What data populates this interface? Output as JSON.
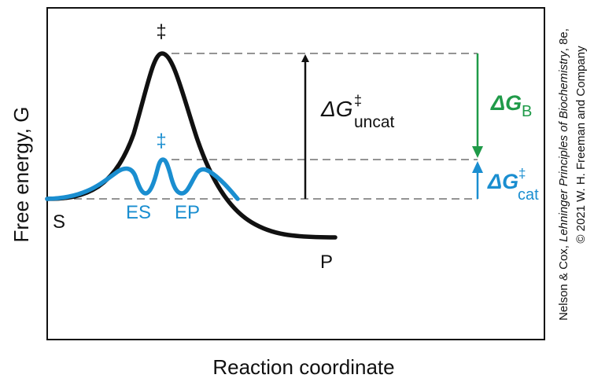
{
  "axes": {
    "y_label": "Free energy, G",
    "x_label": "Reaction coordinate"
  },
  "states": {
    "substrate": "S",
    "product": "P",
    "enzyme_substrate": "ES",
    "enzyme_product": "EP",
    "transition_mark": "‡"
  },
  "energy_labels": {
    "uncat": {
      "delta": "ΔG",
      "sup": "‡",
      "sub": "uncat"
    },
    "cat": {
      "delta": "ΔG",
      "sup": "‡",
      "sub": "cat"
    },
    "binding": {
      "delta": "ΔG",
      "sub": "B"
    }
  },
  "credit": {
    "line1_prefix": "Nelson & Cox, ",
    "line1_title": "Lehninger Principles of Biochemistry",
    "line1_suffix": ", 8e,",
    "line2": "© 2021 W. H. Freeman and Company"
  },
  "colors": {
    "uncatalyzed": "#111111",
    "catalyzed": "#1a8ed0",
    "binding_energy": "#1f9a48",
    "guide_lines": "#555555"
  }
}
